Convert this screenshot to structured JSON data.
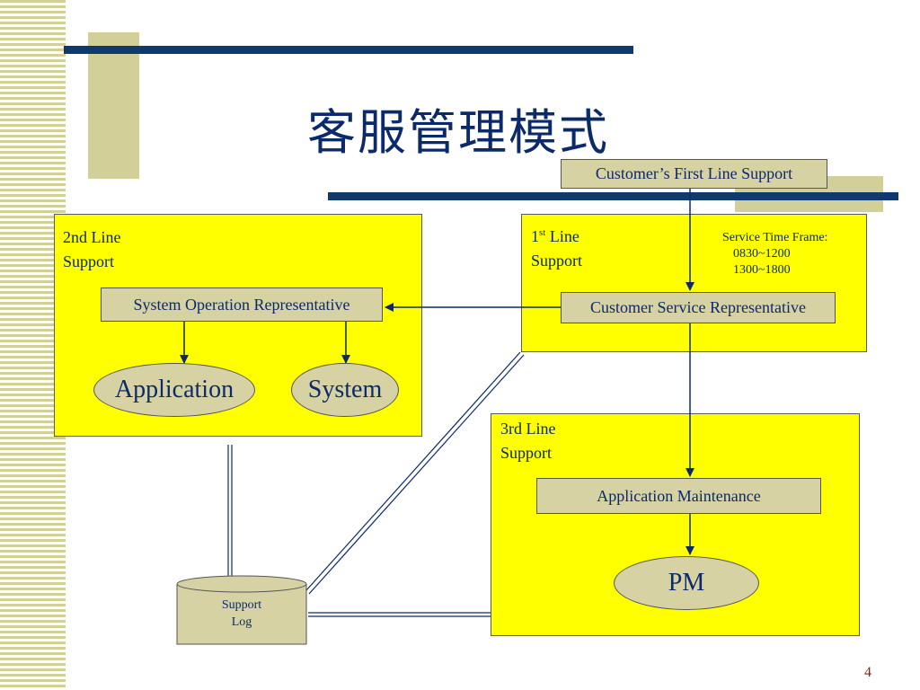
{
  "title": "客服管理模式",
  "first_line_entry": "Customer’s First Line Support",
  "panels": {
    "second_line": {
      "title_line1": "2nd Line",
      "title_line2": "Support",
      "representative": "System Operation Representative",
      "ovals": [
        "Application",
        "System"
      ]
    },
    "first_line": {
      "title_main": "1",
      "title_sup": "st",
      "title_rest": " Line",
      "title_line2": "Support",
      "service_time_title": "Service Time Frame:",
      "service_times": [
        "0830~1200",
        "1300~1800"
      ],
      "representative": "Customer Service Representative"
    },
    "third_line": {
      "title_line1": "3rd Line",
      "title_line2": "Support",
      "maintenance": "Application Maintenance",
      "oval": "PM"
    }
  },
  "support_log": {
    "line1": "Support",
    "line2": "Log"
  },
  "page_number": "4",
  "colors": {
    "panel_fill": "#ffff00",
    "box_fill": "#d6d2a4",
    "text": "#0b2a6b",
    "bar": "#0e3a6e",
    "stripe": "#d2cf98"
  }
}
